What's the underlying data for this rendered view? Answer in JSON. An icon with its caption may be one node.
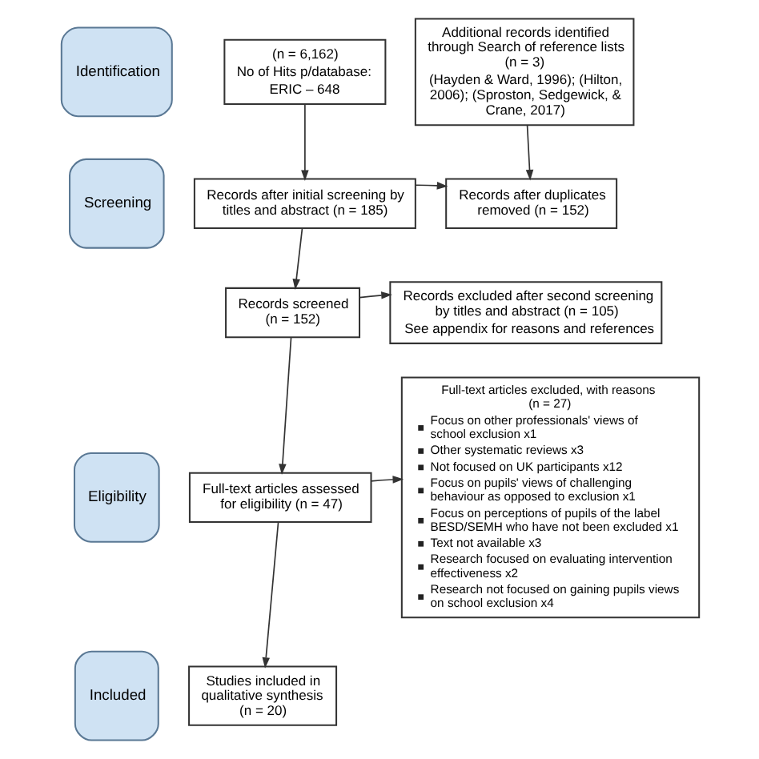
{
  "diagram": {
    "nodes": [
      {
        "text": [
          "Identification"
        ]
      },
      {
        "text": [
          "(n = 6,162)",
          "No of Hits p/database:",
          "ERIC – 648"
        ]
      },
      {
        "text": [
          "Additional records identified through Search of reference lists (n = 3)",
          "(Hayden & Ward, 1996); (Hilton, 2006); (Sproston, Sedgewick, & Crane, 2017)"
        ]
      },
      {
        "text": [
          "Screening"
        ]
      },
      {
        "text": [
          "Records after initial screening by titles and abstract (n = 185)"
        ]
      },
      {
        "text": [
          "Records after duplicates removed (n = 152)"
        ]
      },
      {
        "text": [
          "Records screened (n = 152)"
        ]
      },
      {
        "text": [
          "Records excluded after second screening by titles and abstract (n = 105)",
          "See appendix for reasons and references"
        ]
      },
      {
        "text": [
          "Eligibility"
        ]
      },
      {
        "text": [
          "Full-text articles assessed for eligibility (n = 47)"
        ]
      },
      {
        "text": [
          "Full-text articles excluded, with reasons (n = 27)",
          "Focus on other professionals' views of school exclusion x1",
          "Other systematic reviews x3",
          "Not focused on UK participants x12",
          "Focus on pupils' views of challenging behaviour as opposed to exclusion x1",
          "Focus on perceptions of pupils of the label BESD/SEMH who have not been excluded x1",
          "Text not available x3",
          "Research focused on evaluating intervention effectiveness x2",
          "Research not focused on gaining pupils views on school exclusion x4"
        ]
      },
      {
        "text": [
          "Included"
        ]
      },
      {
        "text": [
          "Studies included in qualitative synthesis (n = 20)"
        ]
      }
    ],
    "edges": [
      {
        "from": 1,
        "to": 4,
        "arrow": "to"
      },
      {
        "from": 2,
        "to": 5,
        "arrow": "to"
      },
      {
        "from": 4,
        "to": 5,
        "arrow": "to"
      },
      {
        "from": 4,
        "to": 6,
        "arrow": "to"
      },
      {
        "from": 6,
        "to": 7,
        "arrow": "to"
      },
      {
        "from": 6,
        "to": 9,
        "arrow": "to"
      },
      {
        "from": 9,
        "to": 10,
        "arrow": "to"
      },
      {
        "from": 9,
        "to": 12,
        "arrow": "to"
      }
    ]
  }
}
